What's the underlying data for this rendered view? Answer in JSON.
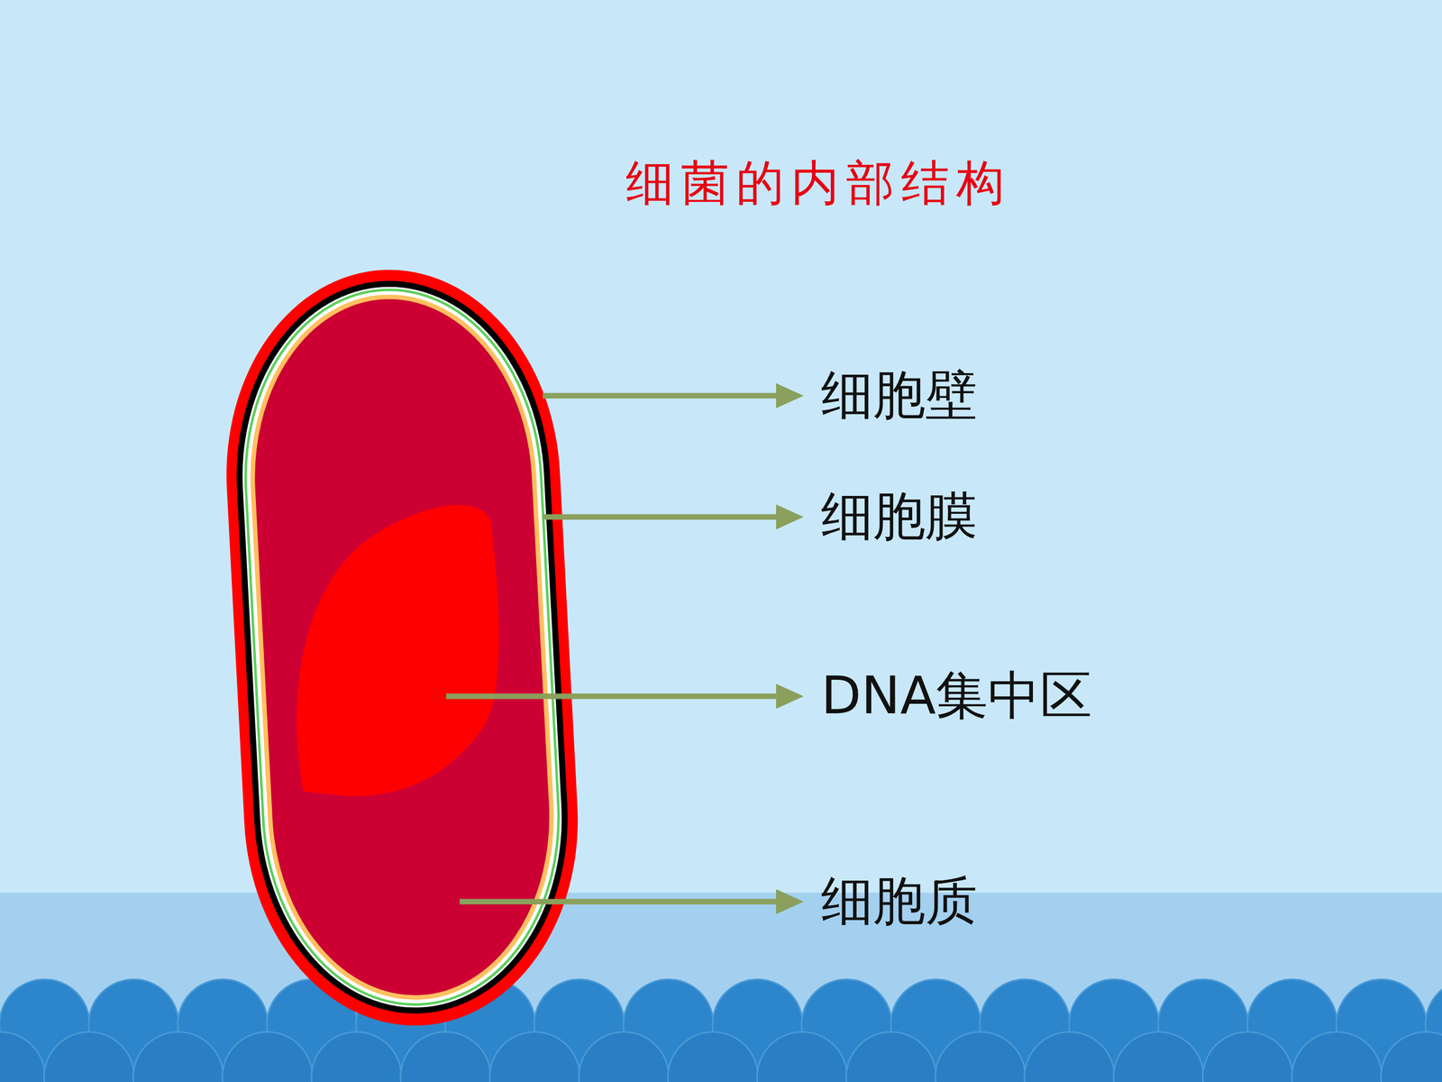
{
  "diagram": {
    "title": "细菌的内部结构",
    "labels": [
      "细胞壁",
      "细胞膜",
      "DNA集中区",
      "细胞质"
    ]
  }
}
